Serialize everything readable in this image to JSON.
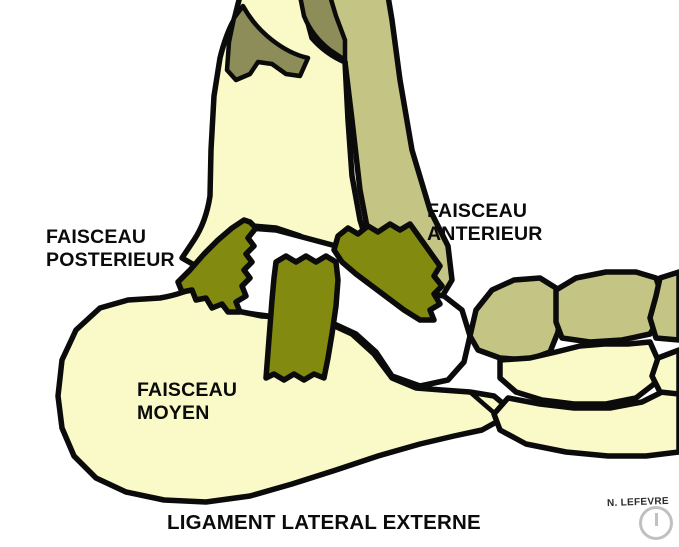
{
  "figure": {
    "title": "LIGAMENT LATERAL EXTERNE",
    "signature": "N. LEFEVRE",
    "subject": "lateral ankle ligament anatomy illustration"
  },
  "labels": {
    "posterior_line1": "FAISCEAU",
    "posterior_line2": "POSTERIEUR",
    "anterior_line1": "FAISCEAU",
    "anterior_line2": "ANTERIEUR",
    "middle_line1": "FAISCEAU",
    "middle_line2": "MOYEN"
  },
  "colors": {
    "bone_pale": "#fafac8",
    "bone_sage": "#c4c484",
    "bone_dark_sage": "#8d8d5a",
    "ligament_olive": "#828a10",
    "outline": "#0b0b0b",
    "background": "#ffffff",
    "text": "#0b0b0b",
    "watermark": "#8c8c8c"
  },
  "structures": [
    {
      "name": "tibia",
      "fill": "bone_pale"
    },
    {
      "name": "fibula",
      "fill": "bone_sage"
    },
    {
      "name": "tibia-plafond",
      "fill": "bone_dark_sage"
    },
    {
      "name": "calcaneus",
      "fill": "bone_pale"
    },
    {
      "name": "talus",
      "fill": "background"
    },
    {
      "name": "navicular",
      "fill": "bone_sage"
    },
    {
      "name": "cuneiform-bones",
      "fill": "bone_sage"
    },
    {
      "name": "cuboid",
      "fill": "bone_pale"
    },
    {
      "name": "metatarsal-bones",
      "fill": "bone_pale"
    }
  ],
  "ligament_bundles": [
    {
      "name": "posterior-bundle",
      "label": "FAISCEAU POSTERIEUR",
      "fill": "ligament_olive"
    },
    {
      "name": "middle-bundle",
      "label": "FAISCEAU MOYEN",
      "fill": "ligament_olive"
    },
    {
      "name": "anterior-bundle",
      "label": "FAISCEAU ANTERIEUR",
      "fill": "ligament_olive"
    }
  ]
}
